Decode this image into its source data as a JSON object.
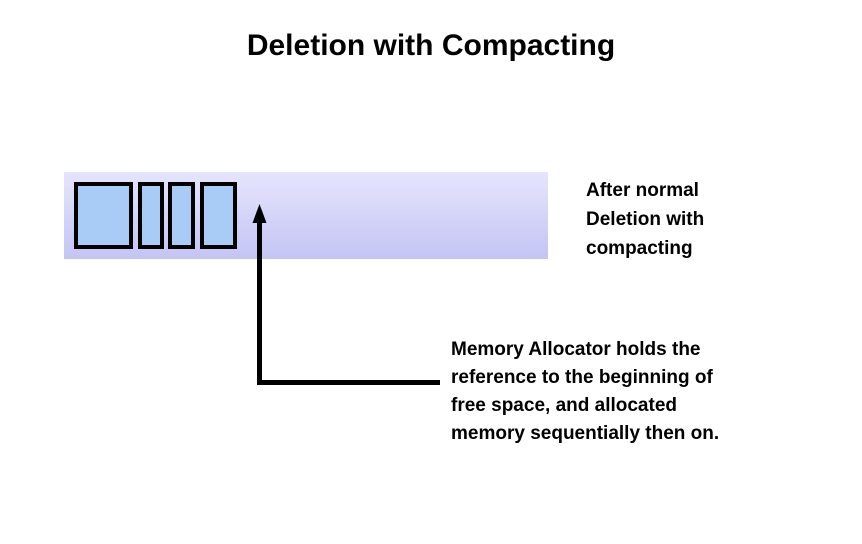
{
  "slide": {
    "title": {
      "lead": "Deletion with ",
      "emphasis": "Compacting",
      "full": "Deletion with Compacting"
    },
    "background_color": "#ffffff"
  },
  "memory_bar": {
    "name": "memory-region",
    "gradient_top_color": "#e4e4fc",
    "gradient_bottom_color": "#c5c5f5",
    "block_fill_color": "#a8ccf5",
    "block_border_color": "#000000",
    "blocks": [
      {
        "id": "block-1",
        "label": ""
      },
      {
        "id": "block-2",
        "label": ""
      },
      {
        "id": "block-3",
        "label": ""
      },
      {
        "id": "block-4",
        "label": ""
      }
    ]
  },
  "bar_caption": {
    "lines": [
      "After normal",
      "Deletion with",
      "compacting"
    ]
  },
  "allocator_note": {
    "lines": [
      "Memory Allocator holds the",
      "reference to the beginning of",
      "free space, and allocated",
      "memory sequentially then on."
    ]
  },
  "pointer_arrow": {
    "name": "free-space-pointer",
    "color": "#000000",
    "direction": "up"
  }
}
